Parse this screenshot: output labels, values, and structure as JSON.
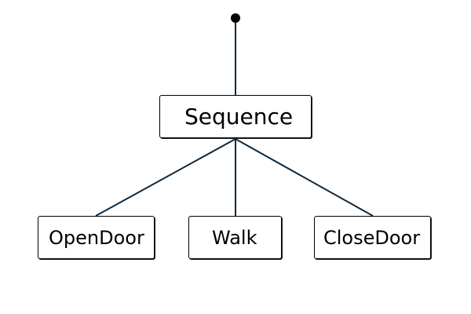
{
  "diagram": {
    "type": "behavior-tree",
    "root": {
      "label": "Sequence"
    },
    "children": [
      {
        "label": "OpenDoor"
      },
      {
        "label": "Walk"
      },
      {
        "label": "CloseDoor"
      }
    ],
    "colors": {
      "edge": "#0f2a3d",
      "node_border": "#000000",
      "node_fill": "#ffffff",
      "entry_dot": "#000000"
    }
  }
}
